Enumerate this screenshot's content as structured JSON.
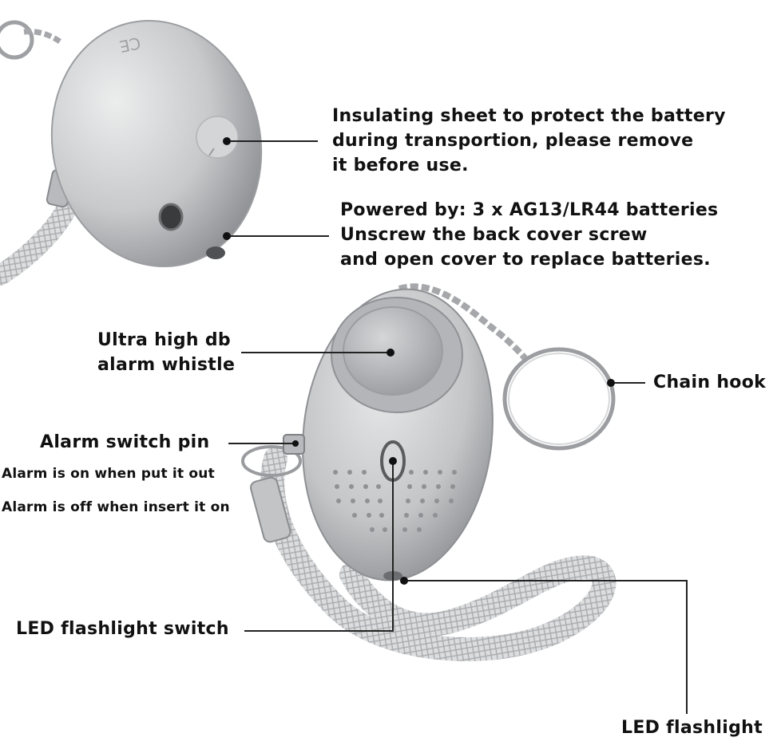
{
  "callouts": {
    "insulating_sheet": [
      "Insulating sheet to protect the battery",
      "during transportion, please remove",
      "it before use."
    ],
    "batteries": [
      "Powered by: 3 x AG13/LR44 batteries",
      "Unscrew the back cover screw",
      "and open cover to replace batteries."
    ],
    "whistle": [
      "Ultra high db",
      "alarm whistle"
    ],
    "chain_hook": "Chain hook",
    "alarm_pin_title": "Alarm switch pin",
    "alarm_pin_on": "Alarm is on when put it out",
    "alarm_pin_off": "Alarm is off when insert it on",
    "led_switch": "LED flashlight switch",
    "led_flashlight": "LED flashlight"
  },
  "colors": {
    "background": "#ffffff",
    "text": "#111111",
    "leader_line": "#222222",
    "device_silver": "#c9cacc",
    "device_shadow": "#8e9094",
    "strap": "#d6d7d9"
  }
}
